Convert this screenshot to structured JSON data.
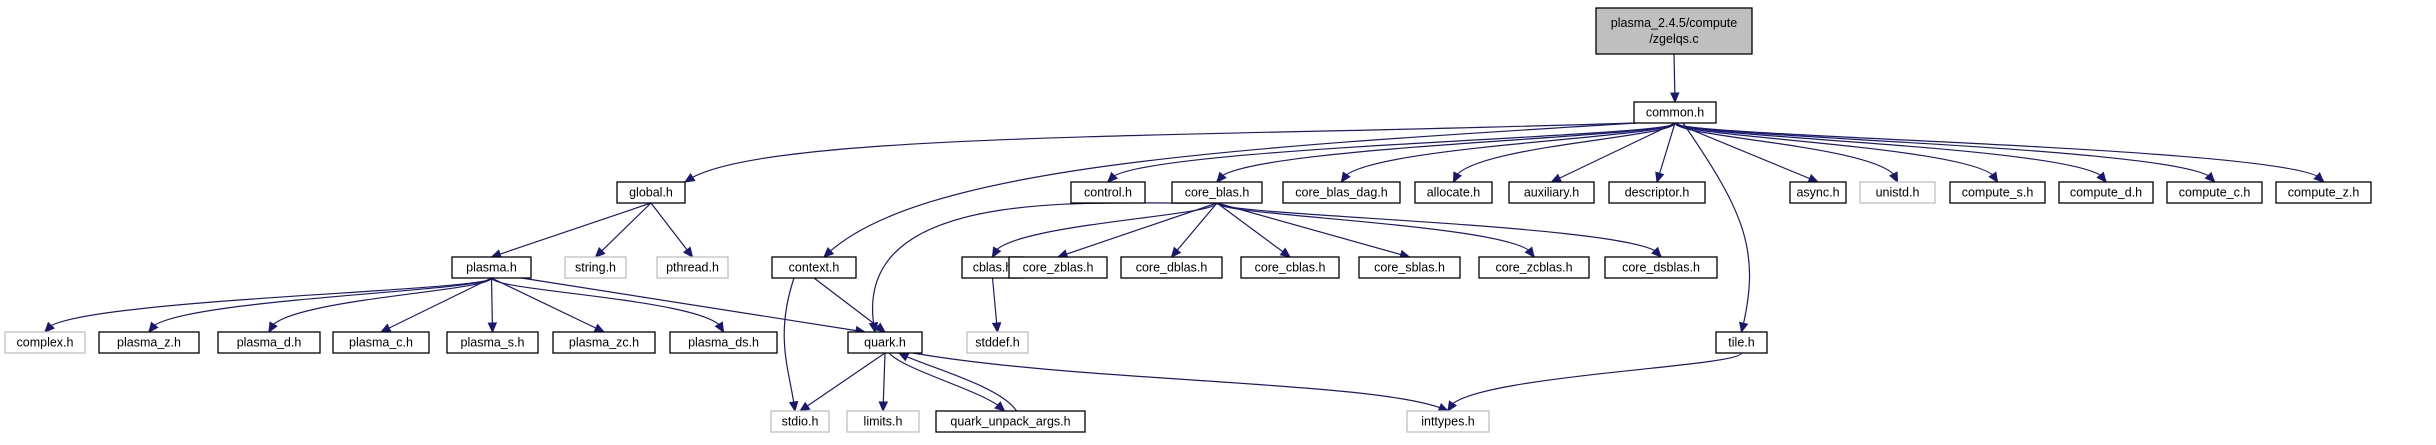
{
  "colors": {
    "edge": "#191970",
    "node_border": "#000000",
    "missing_border": "#bfbfbf",
    "root_fill": "#bfbfbf",
    "node_fill": "#ffffff"
  },
  "graph": {
    "nodes": [
      {
        "id": "root",
        "lines": [
          "plasma_2.4.5/compute",
          "/zgelqs.c"
        ],
        "style": "root"
      },
      {
        "id": "common",
        "lines": [
          "common.h"
        ],
        "style": "normal"
      },
      {
        "id": "global",
        "lines": [
          "global.h"
        ],
        "style": "normal"
      },
      {
        "id": "context",
        "lines": [
          "context.h"
        ],
        "style": "normal"
      },
      {
        "id": "control",
        "lines": [
          "control.h"
        ],
        "style": "normal"
      },
      {
        "id": "core_blas",
        "lines": [
          "core_blas.h"
        ],
        "style": "normal"
      },
      {
        "id": "core_blas_dag",
        "lines": [
          "core_blas_dag.h"
        ],
        "style": "normal"
      },
      {
        "id": "allocate",
        "lines": [
          "allocate.h"
        ],
        "style": "normal"
      },
      {
        "id": "auxiliary",
        "lines": [
          "auxiliary.h"
        ],
        "style": "normal"
      },
      {
        "id": "descriptor",
        "lines": [
          "descriptor.h"
        ],
        "style": "normal"
      },
      {
        "id": "async",
        "lines": [
          "async.h"
        ],
        "style": "normal"
      },
      {
        "id": "unistd",
        "lines": [
          "unistd.h"
        ],
        "style": "missing"
      },
      {
        "id": "compute_s",
        "lines": [
          "compute_s.h"
        ],
        "style": "normal"
      },
      {
        "id": "compute_d",
        "lines": [
          "compute_d.h"
        ],
        "style": "normal"
      },
      {
        "id": "compute_c",
        "lines": [
          "compute_c.h"
        ],
        "style": "normal"
      },
      {
        "id": "compute_z",
        "lines": [
          "compute_z.h"
        ],
        "style": "normal"
      },
      {
        "id": "plasma",
        "lines": [
          "plasma.h"
        ],
        "style": "normal"
      },
      {
        "id": "string",
        "lines": [
          "string.h"
        ],
        "style": "missing"
      },
      {
        "id": "pthread",
        "lines": [
          "pthread.h"
        ],
        "style": "missing"
      },
      {
        "id": "cblas",
        "lines": [
          "cblas.h"
        ],
        "style": "normal"
      },
      {
        "id": "core_zblas",
        "lines": [
          "core_zblas.h"
        ],
        "style": "normal"
      },
      {
        "id": "core_dblas",
        "lines": [
          "core_dblas.h"
        ],
        "style": "normal"
      },
      {
        "id": "core_cblas",
        "lines": [
          "core_cblas.h"
        ],
        "style": "normal"
      },
      {
        "id": "core_sblas",
        "lines": [
          "core_sblas.h"
        ],
        "style": "normal"
      },
      {
        "id": "core_zcblas",
        "lines": [
          "core_zcblas.h"
        ],
        "style": "normal"
      },
      {
        "id": "core_dsblas",
        "lines": [
          "core_dsblas.h"
        ],
        "style": "normal"
      },
      {
        "id": "complex",
        "lines": [
          "complex.h"
        ],
        "style": "missing"
      },
      {
        "id": "plasma_z",
        "lines": [
          "plasma_z.h"
        ],
        "style": "normal"
      },
      {
        "id": "plasma_d",
        "lines": [
          "plasma_d.h"
        ],
        "style": "normal"
      },
      {
        "id": "plasma_c",
        "lines": [
          "plasma_c.h"
        ],
        "style": "normal"
      },
      {
        "id": "plasma_s",
        "lines": [
          "plasma_s.h"
        ],
        "style": "normal"
      },
      {
        "id": "plasma_zc",
        "lines": [
          "plasma_zc.h"
        ],
        "style": "normal"
      },
      {
        "id": "plasma_ds",
        "lines": [
          "plasma_ds.h"
        ],
        "style": "normal"
      },
      {
        "id": "quark",
        "lines": [
          "quark.h"
        ],
        "style": "normal"
      },
      {
        "id": "stddef",
        "lines": [
          "stddef.h"
        ],
        "style": "missing"
      },
      {
        "id": "tile",
        "lines": [
          "tile.h"
        ],
        "style": "normal"
      },
      {
        "id": "stdio",
        "lines": [
          "stdio.h"
        ],
        "style": "missing"
      },
      {
        "id": "limits",
        "lines": [
          "limits.h"
        ],
        "style": "missing"
      },
      {
        "id": "quark_unpack_args",
        "lines": [
          "quark_unpack_args.h"
        ],
        "style": "normal"
      },
      {
        "id": "inttypes",
        "lines": [
          "inttypes.h"
        ],
        "style": "missing"
      }
    ],
    "edges": [
      {
        "from": "root",
        "to": "common"
      },
      {
        "from": "common",
        "to": "global"
      },
      {
        "from": "common",
        "to": "context"
      },
      {
        "from": "common",
        "to": "control"
      },
      {
        "from": "common",
        "to": "core_blas"
      },
      {
        "from": "common",
        "to": "core_blas_dag"
      },
      {
        "from": "common",
        "to": "allocate"
      },
      {
        "from": "common",
        "to": "auxiliary"
      },
      {
        "from": "common",
        "to": "descriptor"
      },
      {
        "from": "common",
        "to": "tile"
      },
      {
        "from": "common",
        "to": "async"
      },
      {
        "from": "common",
        "to": "unistd"
      },
      {
        "from": "common",
        "to": "compute_s"
      },
      {
        "from": "common",
        "to": "compute_d"
      },
      {
        "from": "common",
        "to": "compute_c"
      },
      {
        "from": "common",
        "to": "compute_z"
      },
      {
        "from": "global",
        "to": "plasma"
      },
      {
        "from": "global",
        "to": "string"
      },
      {
        "from": "global",
        "to": "pthread"
      },
      {
        "from": "plasma",
        "to": "complex"
      },
      {
        "from": "plasma",
        "to": "plasma_z"
      },
      {
        "from": "plasma",
        "to": "plasma_d"
      },
      {
        "from": "plasma",
        "to": "plasma_c"
      },
      {
        "from": "plasma",
        "to": "plasma_s"
      },
      {
        "from": "plasma",
        "to": "plasma_zc"
      },
      {
        "from": "plasma",
        "to": "plasma_ds"
      },
      {
        "from": "plasma",
        "to": "quark"
      },
      {
        "from": "context",
        "to": "quark"
      },
      {
        "from": "context",
        "to": "stdio"
      },
      {
        "from": "core_blas",
        "to": "quark"
      },
      {
        "from": "core_blas",
        "to": "cblas"
      },
      {
        "from": "core_blas",
        "to": "core_zblas"
      },
      {
        "from": "core_blas",
        "to": "core_dblas"
      },
      {
        "from": "core_blas",
        "to": "core_cblas"
      },
      {
        "from": "core_blas",
        "to": "core_sblas"
      },
      {
        "from": "core_blas",
        "to": "core_zcblas"
      },
      {
        "from": "core_blas",
        "to": "core_dsblas"
      },
      {
        "from": "cblas",
        "to": "stddef"
      },
      {
        "from": "quark",
        "to": "stdio"
      },
      {
        "from": "quark",
        "to": "limits"
      },
      {
        "from": "quark",
        "to": "quark_unpack_args"
      },
      {
        "from": "quark",
        "to": "inttypes"
      },
      {
        "from": "quark_unpack_args",
        "to": "quark"
      },
      {
        "from": "tile",
        "to": "inttypes"
      }
    ]
  }
}
